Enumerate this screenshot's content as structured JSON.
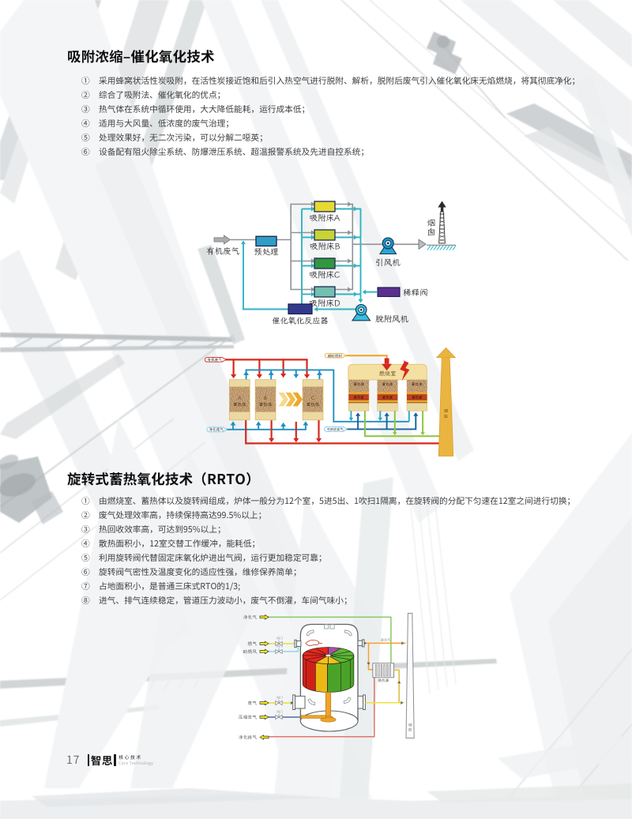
{
  "section1": {
    "title": "吸附浓缩–催化氧化技术",
    "items": [
      {
        "num": "①",
        "text": "采用蜂窝状活性炭吸附，在活性炭接近饱和后引入热空气进行脱附、解析，脱附后废气引入催化氧化床无焰燃烧，将其彻底净化；"
      },
      {
        "num": "②",
        "text": "综合了吸附法、催化氧化的优点；"
      },
      {
        "num": "③",
        "text": "热气体在系统中循环使用，大大降低能耗，运行成本低；"
      },
      {
        "num": "④",
        "text": "适用与大风量、低浓度的废气治理；"
      },
      {
        "num": "⑤",
        "text": "处理效果好，无二次污染，可以分解二噁英；"
      },
      {
        "num": "⑥",
        "text": "设备配有阻火除尘系统、防爆泄压系统、超温报警系统及先进自控系统；"
      }
    ]
  },
  "section2": {
    "title": "旋转式蓄热氧化技术（RRTO）",
    "items": [
      {
        "num": "①",
        "text": "由燃烧室、蓄热体以及旋转阀组成，炉体一般分为12个室，5进5出、1吹扫1隔离，在旋转阀的分配下匀速在12室之间进行切换；"
      },
      {
        "num": "②",
        "text": "废气处理效率高，持续保持高达99.5%以上；"
      },
      {
        "num": "③",
        "text": "热回收效率高，可达到95%以上；"
      },
      {
        "num": "④",
        "text": "散热面积小，12室交替工作缓冲，能耗低；"
      },
      {
        "num": "⑤",
        "text": "利用旋转阀代替固定床氧化炉进出气阀，运行更加稳定可靠；"
      },
      {
        "num": "⑥",
        "text": "旋转阀气密性及温度变化的适应性强，维修保养简单；"
      },
      {
        "num": "⑦",
        "text": "占地面积小，是普通三床式RTO的1/3;"
      },
      {
        "num": "⑧",
        "text": "进气、排气连续稳定，管道压力波动小，废气不倒灌，车间气味小；"
      }
    ]
  },
  "diagram1": {
    "inlet": "有机废气",
    "pretreat": "预处理",
    "beds": [
      "吸附床A",
      "吸附床B",
      "吸附床C",
      "吸附床D"
    ],
    "fan_main": "引风机",
    "chimney": "烟囱",
    "dilution_valve": "稀释阀",
    "fan_desorb": "脱附风机",
    "reactor": "催化氧化反应器",
    "chimney_chars": [
      "烟",
      "囱"
    ]
  },
  "diagram2": {
    "tag_inlet": "有机废气",
    "tag_outlet": "净化尾气",
    "tag_fuel": "辅助燃料",
    "tag_recycle": "可回收空气",
    "chamber": "燃烧室",
    "media": "蓄热体",
    "cell": "蓄热室",
    "chimney_v": "烟囱",
    "bed_letters": [
      "A",
      "B",
      "C"
    ],
    "chimney_chars": [
      "烟",
      "囱"
    ]
  },
  "diagram3": {
    "inputs": [
      "净化气",
      "燃气",
      "助燃风",
      "废气",
      "压缩空气",
      "净化排气"
    ],
    "valve": "阀门",
    "exchanger": "换热器",
    "chimney_v": "烟囱",
    "clean_gas": "净化气",
    "chimney_chars": [
      "烟",
      "囱"
    ]
  },
  "footer": {
    "page_number": "17",
    "brand": "智思",
    "sub_zh": "核心技术",
    "sub_en": "Core Technology"
  },
  "colors": {
    "accent_teal": "#2fb3c3",
    "line_gray": "#8e9296",
    "bed_a": "#e8d832",
    "bed_b": "#c6d435",
    "bed_c": "#31973f",
    "bed_d": "#72c0b0",
    "pretreat": "#2f9dc6",
    "reactor": "#333a8c",
    "valve": "#5b2f90",
    "red": "#d4291d",
    "blue": "#1f8fc0",
    "cyan": "#2ba6cb",
    "darkblue": "#15629f",
    "green": "#8cc63f",
    "orange": "#efa126",
    "gold": "#eab440",
    "tan": "#ecd9a2"
  }
}
